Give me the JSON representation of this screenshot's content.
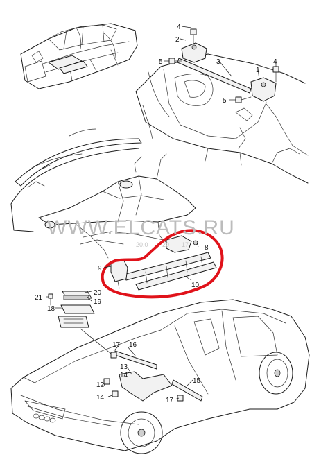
{
  "callouts": {
    "c1": "1",
    "c2": "2",
    "c3": "3",
    "c4a": "4",
    "c4b": "4",
    "c5a": "5",
    "c5b": "5",
    "c8": "8",
    "c9": "9",
    "c10": "10",
    "c12": "12",
    "c13": "13",
    "c14a": "14",
    "c14b": "14",
    "c15": "15",
    "c16": "16",
    "c17a": "17",
    "c17b": "17",
    "c18": "18",
    "c19": "19",
    "c20": "20",
    "c21": "21"
  },
  "watermark": {
    "site": "WWW.ELCATS.RU",
    "date": "20.0",
    "date2": "20",
    "date3": "17"
  },
  "colors": {
    "highlight": "#e0121a",
    "watermark": "#bcbcbc"
  }
}
